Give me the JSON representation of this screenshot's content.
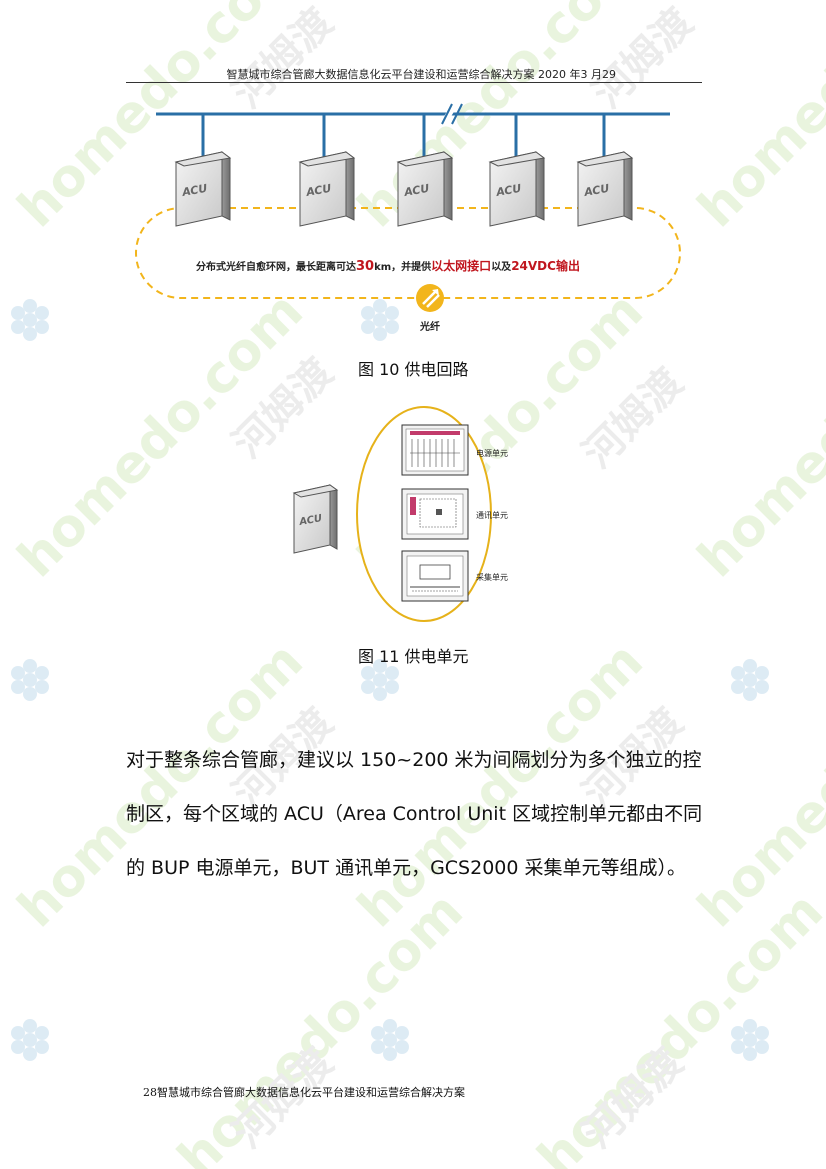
{
  "header": {
    "text": "智慧城市综合管廊大数据信息化云平台建设和运营综合解决方案 2020 年3 月29"
  },
  "figure10": {
    "acu_label": "ACU",
    "ring_text": {
      "part1": "分布式光纤自愈环网，最长距离可达",
      "highlight1": "30",
      "part2": "km，并提供",
      "highlight2": "以太网接口",
      "part3": "以及",
      "highlight3": "24VDC输出"
    },
    "fiber_label": "光纤",
    "caption": "图 10 供电回路",
    "colors": {
      "bus": "#2a6fa6",
      "ring": "#f2b51c",
      "highlight": "#c0161e"
    }
  },
  "figure11": {
    "acu_label": "ACU",
    "units": [
      "电源单元",
      "通讯单元",
      "采集单元"
    ],
    "caption": "图 11 供电单元",
    "colors": {
      "ellipse": "#e6b21a"
    }
  },
  "body": {
    "paragraph": "对于整条综合管廊，建议以 150~200 米为间隔划分为多个独立的控制区，每个区域的 ACU（Area Control Unit 区域控制单元都由不同的 BUP 电源单元，BUT 通讯单元，GCS2000 采集单元等组成）。"
  },
  "footer": {
    "text": "28智慧城市综合管廊大数据信息化云平台建设和运营综合解决方案"
  },
  "watermark": {
    "text1": "homedo.com",
    "text2": "河姆渡",
    "colors": {
      "green": "#d8ecc4",
      "blue": "#cfe3f0",
      "gray": "#dcdcdc"
    }
  }
}
